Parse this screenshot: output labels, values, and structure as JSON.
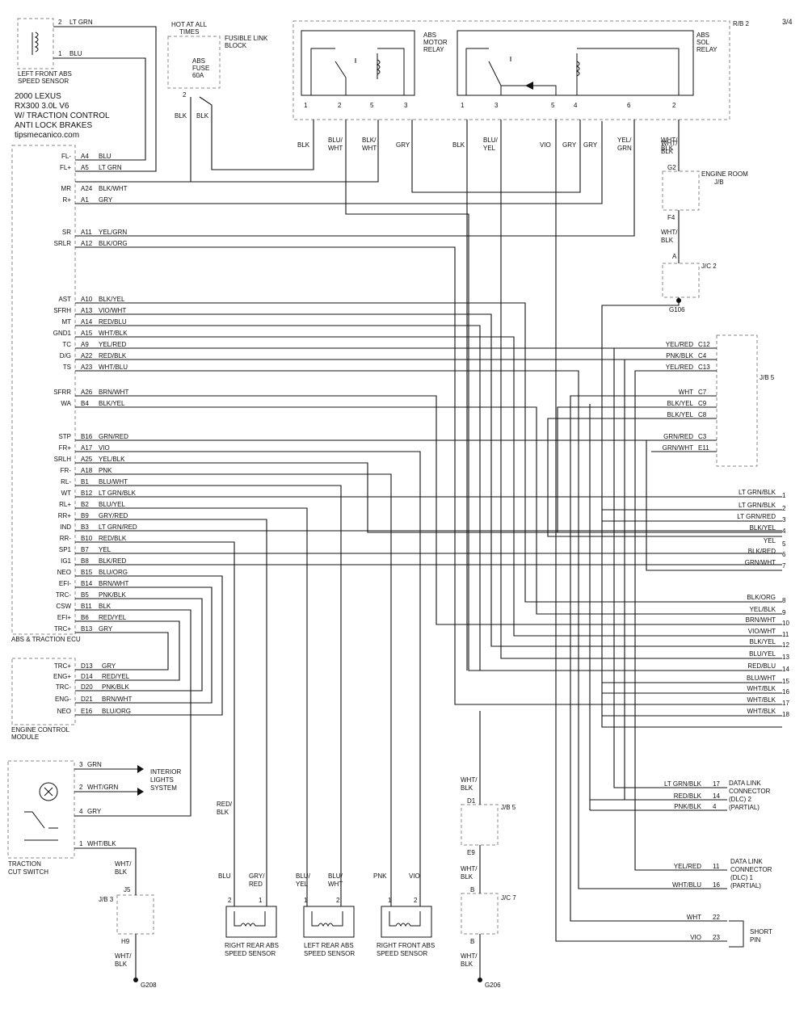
{
  "diagram": {
    "page_number": "3/4",
    "watermark_lines": [
      "2000 LEXUS",
      "RX300  3.0L  V6",
      "W/  TRACTION CONTROL",
      "ANTI LOCK BRAKES",
      "tipsmecanico.com"
    ],
    "components": {
      "lf_sensor": [
        "LEFT FRONT ABS",
        "SPEED SENSOR"
      ],
      "fusible_link": [
        "FUSIBLE LINK",
        "BLOCK"
      ],
      "hot_at_all_times": [
        "HOT AT ALL",
        "TIMES"
      ],
      "abs_fuse": [
        "ABS",
        "FUSE",
        "60A"
      ],
      "rb2": "R/B 2",
      "abs_motor_relay": [
        "ABS",
        "MOTOR",
        "RELAY"
      ],
      "abs_sol_relay": [
        "ABS",
        "SOL",
        "RELAY"
      ],
      "engine_room_jb": [
        "ENGINE ROOM",
        "J/B"
      ],
      "jc2": "J/C 2",
      "g106": "G106",
      "jb5": "J/B 5",
      "ecu": "ABS & TRACTION ECU",
      "ecm": [
        "ENGINE CONTROL",
        "MODULE"
      ],
      "interior_lights": [
        "INTERIOR",
        "LIGHTS",
        "SYSTEM"
      ],
      "traction_cut": [
        "TRACTION",
        "CUT SWITCH"
      ],
      "jb3": "J/B 3",
      "g208": "G208",
      "g206": "G206",
      "jc7": "J/C 7",
      "rr_sensor": [
        "RIGHT REAR ABS",
        "SPEED SENSOR"
      ],
      "lr_sensor": [
        "LEFT REAR ABS",
        "SPEED SENSOR"
      ],
      "rf_sensor": [
        "RIGHT FRONT ABS",
        "SPEED SENSOR"
      ],
      "dlc2": [
        "DATA LINK",
        "CONNECTOR",
        "(DLC) 2",
        "(PARTIAL)"
      ],
      "dlc1": [
        "DATA LINK",
        "CONNECTOR",
        "(DLC) 1",
        "(PARTIAL)"
      ],
      "short_pin": [
        "SHORT",
        "PIN"
      ]
    },
    "ecu_pins": [
      {
        "name": "FL-",
        "pin": "A4",
        "wire": "BLU"
      },
      {
        "name": "FL+",
        "pin": "A5",
        "wire": "LT GRN"
      },
      {
        "name": "MR",
        "pin": "A24",
        "wire": "BLK/WHT"
      },
      {
        "name": "R+",
        "pin": "A1",
        "wire": "GRY"
      },
      {
        "name": "SR",
        "pin": "A11",
        "wire": "YEL/GRN"
      },
      {
        "name": "SRLR",
        "pin": "A12",
        "wire": "BLK/ORG"
      },
      {
        "name": "AST",
        "pin": "A10",
        "wire": "BLK/YEL"
      },
      {
        "name": "SFRH",
        "pin": "A13",
        "wire": "VIO/WHT"
      },
      {
        "name": "MT",
        "pin": "A14",
        "wire": "RED/BLU"
      },
      {
        "name": "GND1",
        "pin": "A15",
        "wire": "WHT/BLK"
      },
      {
        "name": "TC",
        "pin": "A9",
        "wire": "YEL/RED"
      },
      {
        "name": "D/G",
        "pin": "A22",
        "wire": "RED/BLK"
      },
      {
        "name": "TS",
        "pin": "A23",
        "wire": "WHT/BLU"
      },
      {
        "name": "SFRR",
        "pin": "A26",
        "wire": "BRN/WHT"
      },
      {
        "name": "WA",
        "pin": "B4",
        "wire": "BLK/YEL"
      },
      {
        "name": "STP",
        "pin": "B16",
        "wire": "GRN/RED"
      },
      {
        "name": "FR+",
        "pin": "A17",
        "wire": "VIO"
      },
      {
        "name": "SRLH",
        "pin": "A25",
        "wire": "YEL/BLK"
      },
      {
        "name": "FR-",
        "pin": "A18",
        "wire": "PNK"
      },
      {
        "name": "RL-",
        "pin": "B1",
        "wire": "BLU/WHT"
      },
      {
        "name": "WT",
        "pin": "B12",
        "wire": "LT GRN/BLK"
      },
      {
        "name": "RL+",
        "pin": "B2",
        "wire": "BLU/YEL"
      },
      {
        "name": "RR+",
        "pin": "B9",
        "wire": "GRY/RED"
      },
      {
        "name": "IND",
        "pin": "B3",
        "wire": "LT GRN/RED"
      },
      {
        "name": "RR-",
        "pin": "B10",
        "wire": "RED/BLK"
      },
      {
        "name": "SP1",
        "pin": "B7",
        "wire": "YEL"
      },
      {
        "name": "IG1",
        "pin": "B8",
        "wire": "BLK/RED"
      },
      {
        "name": "NEO",
        "pin": "B15",
        "wire": "BLU/ORG"
      },
      {
        "name": "EFI-",
        "pin": "B14",
        "wire": "BRN/WHT"
      },
      {
        "name": "TRC-",
        "pin": "B5",
        "wire": "PNK/BLK"
      },
      {
        "name": "CSW",
        "pin": "B11",
        "wire": "BLK"
      },
      {
        "name": "EFI+",
        "pin": "B6",
        "wire": "RED/YEL"
      },
      {
        "name": "TRC+",
        "pin": "B13",
        "wire": "GRY"
      }
    ],
    "ecm_pins": [
      {
        "name": "TRC+",
        "pin": "D13",
        "wire": "GRY"
      },
      {
        "name": "ENG+",
        "pin": "D14",
        "wire": "RED/YEL"
      },
      {
        "name": "TRC-",
        "pin": "D20",
        "wire": "PNK/BLK"
      },
      {
        "name": "ENG-",
        "pin": "D21",
        "wire": "BRN/WHT"
      },
      {
        "name": "NEO",
        "pin": "E16",
        "wire": "BLU/ORG"
      }
    ],
    "right_outputs": [
      {
        "num": "1",
        "wire": "LT GRN/BLK"
      },
      {
        "num": "2",
        "wire": "LT GRN/BLK"
      },
      {
        "num": "3",
        "wire": "LT GRN/RED"
      },
      {
        "num": "4",
        "wire": "BLK/YEL"
      },
      {
        "num": "5",
        "wire": "YEL"
      },
      {
        "num": "6",
        "wire": "BLK/RED"
      },
      {
        "num": "7",
        "wire": "GRN/WHT"
      },
      {
        "num": "8",
        "wire": "BLK/ORG"
      },
      {
        "num": "9",
        "wire": "YEL/BLK"
      },
      {
        "num": "10",
        "wire": "BRN/WHT"
      },
      {
        "num": "11",
        "wire": "VIO/WHT"
      },
      {
        "num": "12",
        "wire": "BLK/YEL"
      },
      {
        "num": "13",
        "wire": "BLU/YEL"
      },
      {
        "num": "14",
        "wire": "RED/BLU"
      },
      {
        "num": "15",
        "wire": "BLU/WHT"
      },
      {
        "num": "16",
        "wire": "WHT/BLK"
      },
      {
        "num": "17",
        "wire": "WHT/BLK"
      },
      {
        "num": "18",
        "wire": "WHT/BLK"
      }
    ],
    "jb5_pins": [
      {
        "wire": "YEL/RED",
        "pin": "C12"
      },
      {
        "wire": "PNK/BLK",
        "pin": "C4"
      },
      {
        "wire": "YEL/RED",
        "pin": "C13"
      },
      {
        "wire": "WHT",
        "pin": "C7"
      },
      {
        "wire": "BLK/YEL",
        "pin": "C9"
      },
      {
        "wire": "BLK/YEL",
        "pin": "C8"
      },
      {
        "wire": "GRN/RED",
        "pin": "C3"
      },
      {
        "wire": "GRN/WHT",
        "pin": "E11"
      }
    ],
    "relay_pins": {
      "motor": [
        "1",
        "2",
        "5",
        "3"
      ],
      "sol": [
        "1",
        "3",
        "5",
        "4",
        "6",
        "2"
      ]
    },
    "relay_wires": [
      {
        "pos": "motor1",
        "wire": "BLK"
      },
      {
        "pos": "motor2",
        "wire": "BLU/\nWHT"
      },
      {
        "pos": "motor5",
        "wire": "BLK/\nWHT"
      },
      {
        "pos": "motor3",
        "wire": "GRY"
      },
      {
        "pos": "sol1",
        "wire": "BLK"
      },
      {
        "pos": "sol3",
        "wire": "BLU/\nYEL"
      },
      {
        "pos": "sol5",
        "wire": "VIO"
      },
      {
        "pos": "sol4a",
        "wire": "GRY"
      },
      {
        "pos": "sol4b",
        "wire": "GRY"
      },
      {
        "pos": "sol6",
        "wire": "YEL/\nGRN"
      },
      {
        "pos": "sol2",
        "wire": "WHT/\nBLK"
      }
    ],
    "misc_labels": {
      "lf_pin2": "2",
      "lf_wire2": "LT GRN",
      "lf_pin1": "1",
      "lf_wire1": "BLU",
      "fuse_pin": "2",
      "fuse_wire_a": "BLK",
      "fuse_wire_b": "BLK",
      "g2": "G2",
      "f4": "F4",
      "wht_blk_1": "WHT/\nBLK",
      "jc2_a": "A",
      "sw_pin3": "3",
      "sw_grn": "GRN",
      "sw_pin2": "2",
      "sw_whtgrn": "WHT/GRN",
      "sw_pin4": "4",
      "sw_gry": "GRY",
      "sw_pin1": "1",
      "sw_whtblk": "WHT/BLK",
      "jb3_wht_blk": "WHT/\nBLK",
      "j5": "J5",
      "h9": "H9",
      "jb3_wht_blk2": "WHT/\nBLK",
      "red_blk": "RED/\nBLK",
      "rr_blu": "BLU",
      "rr_gryred": "GRY/\nRED",
      "rr_p2": "2",
      "rr_p1": "1",
      "lr_bluyel": "BLU/\nYEL",
      "lr_bluwht": "BLU/\nWHT",
      "lr_p1": "1",
      "lr_p2": "2",
      "rf_pnk": "PNK",
      "rf_vio": "VIO",
      "rf_p1": "1",
      "rf_p2": "2",
      "g206_wht_blk": "WHT/\nBLK",
      "d1": "D1",
      "jb5b": "J/B 5",
      "e9": "E9",
      "g206_wht_blk2": "WHT/\nBLK",
      "b_top": "B",
      "b_bot": "B",
      "g206_wht_blk3": "WHT/\nBLK"
    },
    "dlc2_pins": [
      {
        "wire": "LT GRN/BLK",
        "pin": "17"
      },
      {
        "wire": "RED/BLK",
        "pin": "14"
      },
      {
        "wire": "PNK/BLK",
        "pin": "4"
      }
    ],
    "dlc1_pins": [
      {
        "wire": "YEL/RED",
        "pin": "11"
      },
      {
        "wire": "WHT/BLU",
        "pin": "16"
      }
    ],
    "short_pins": [
      {
        "wire": "WHT",
        "pin": "22"
      },
      {
        "wire": "VIO",
        "pin": "23"
      }
    ]
  }
}
